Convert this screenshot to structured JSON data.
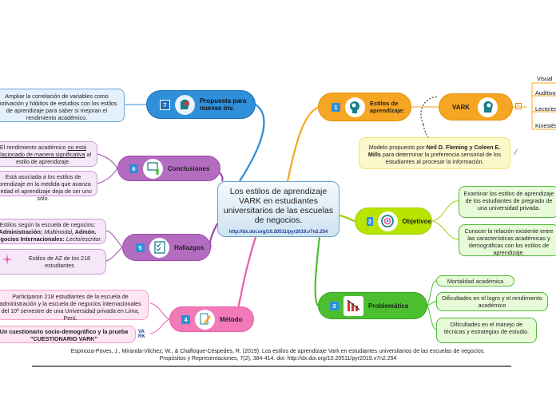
{
  "center": {
    "title": "Los estilos de aprendizaje VARK en estudiantes universitarios de las escuelas de negocios.",
    "link": "http://dx.doi.org/10.20511/pyr2019.v7n2.254"
  },
  "colors": {
    "orange": "#f6a623",
    "lime": "#9ed100",
    "green": "#4bbf2f",
    "pink": "#e95ea8",
    "purple": "#9a4aa8",
    "blue": "#2f8fd8",
    "teal_icon": "#1b7f8a"
  },
  "branches": {
    "estilos": {
      "number": "1",
      "label": "Estilos de aprendizaje:",
      "icon": "head-gears-icon",
      "vark": {
        "label": "VARK",
        "icon": "head-brain-icon",
        "items": [
          "Visual",
          "Auditivo",
          "Lecto/escritor",
          "Kinestésico"
        ]
      },
      "model_note": {
        "prefix": "Modelo propuesto por ",
        "authors": "Neil D. Fleming y Coleen E. Mills",
        "suffix": " para determinar la preferencia sensorial de los estudiantes al procesar la información."
      }
    },
    "objetivos": {
      "number": "2",
      "label": "Objetivos",
      "icon": "target-icon",
      "items": [
        "Examinar los estilos de aprendizaje de los estudiantes de pregrado de una universidad privada.",
        "Conocer la relación existente entre las características académicas y demográficas con los estilos de aprendizaje."
      ]
    },
    "problematica": {
      "number": "3",
      "label": "Problemática",
      "icon": "bar-chart-icon",
      "items": [
        "Mortalidad académica",
        "Dificultades en el logro y el rendimiento académico",
        "Dificultades en el manejo de técnicas y estrategias de estudio."
      ]
    },
    "metodo": {
      "number": "4",
      "label": "Método",
      "icon": "pencil-icon",
      "items": [
        "Participaron 218 estudiantes de la escuela de administración y la escuela de negocios internacionales del 10º semestre de una Universidad privada en Lima, Perú.",
        "Un cuestionario socio-demográfico y la prueba \"CUESTIONARIO VARK\""
      ],
      "logo_text": "VARK"
    },
    "hallazgos": {
      "number": "5",
      "label": "Hallazgos",
      "icon": "checklist-icon",
      "items": [
        {
          "prefix": "Estilos según la escuela de negocios:",
          "line2_a": "Administración: ",
          "line2_b": "Multimodal",
          "line2_c": ", Admón. ",
          "line3_a": "Negocios Internacionales: ",
          "line3_b": "Lecto/escritor."
        },
        {
          "text": "Estilos de AZ de los 218 estudiantes"
        }
      ]
    },
    "conclusiones": {
      "number": "6",
      "label": "Conclusiones",
      "icon": "presenter-icon",
      "items": [
        {
          "a": "El rendimiento académico ",
          "u": "no está relacionado de manera significativa",
          "b": " al estilo de aprendizaje."
        },
        {
          "text": "Está asociada a los estilos de aprendizaje en la medida que avanza la edad el aprendizaje deja de ser uno sólo."
        }
      ]
    },
    "propuesta": {
      "number": "7",
      "label": "Propuesta para nuevas inv.",
      "icon": "puzzle-head-icon",
      "items": [
        "Ampliar la correlación de variables como motivación y hábitos de estudios con los estilos de aprendizaje para saber si mejoran el rendimiento académico."
      ]
    }
  },
  "citation": {
    "line1": "Espinoza-Poves, J., Miranda-Vilchez, W., & Chafloque-Céspedes, R. (2019). Los estilos de aprendizaje Vark en estudiantes universitarios de las escuelas de negocios.",
    "line2": "Propósitos y Representaciones, 7(2), 384-414. doi: http://dx.doi.org/10.20511/pyr2019.v7n2.254"
  }
}
